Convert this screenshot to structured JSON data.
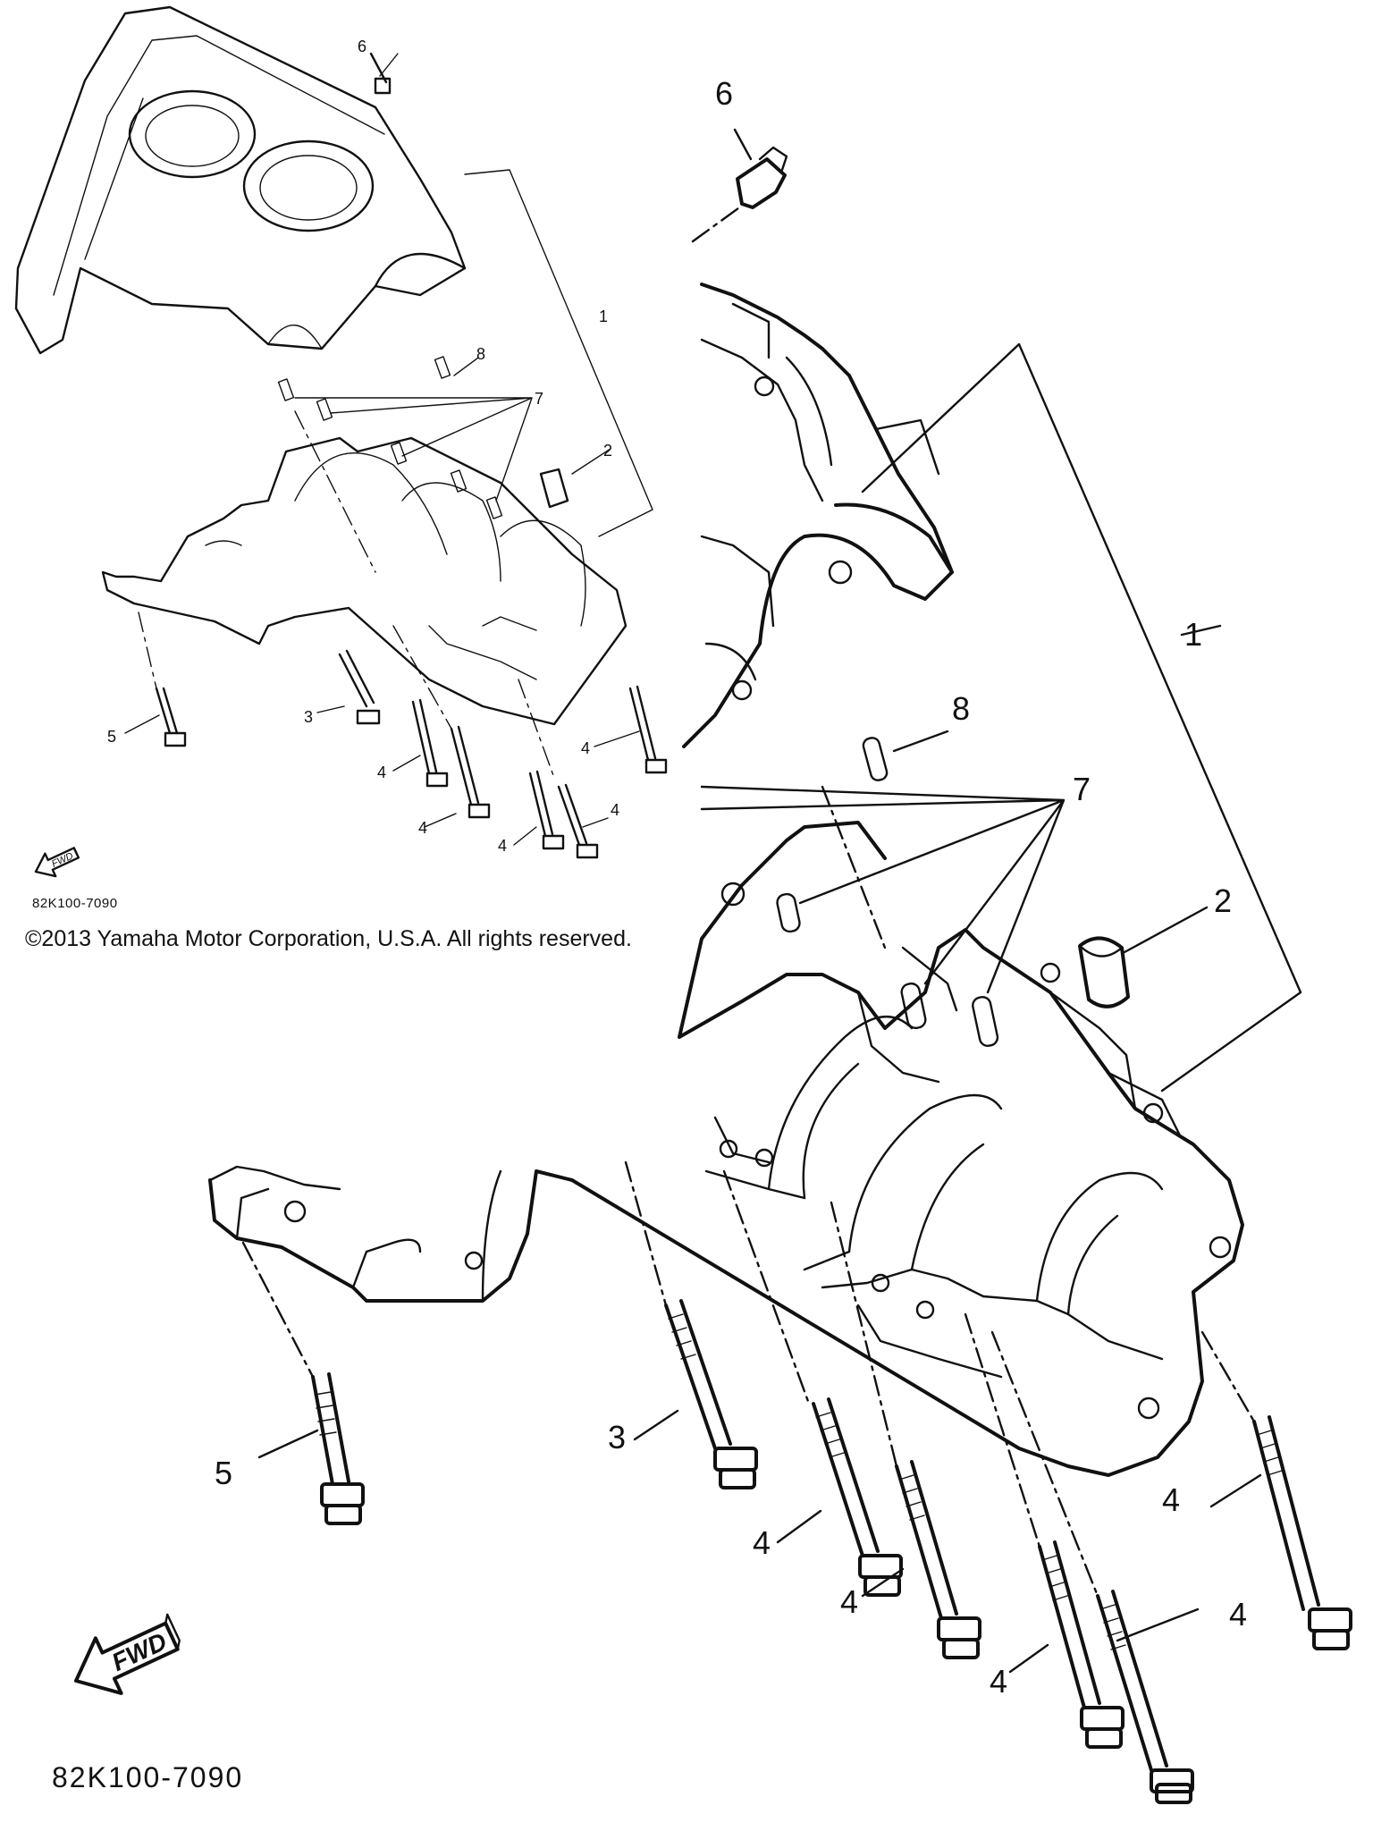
{
  "diagram": {
    "callouts_small": [
      "6",
      "1",
      "8",
      "7",
      "2",
      "3",
      "4",
      "4",
      "4",
      "4",
      "4",
      "5"
    ],
    "callouts_large": [
      "6",
      "1",
      "8",
      "7",
      "2",
      "3",
      "4",
      "4",
      "4",
      "4",
      "4",
      "5"
    ],
    "fwd_label": "FWD",
    "code": "82K100-7090",
    "copyright": "©2013 Yamaha Motor Corporation, U.S.A. All rights reserved."
  },
  "colors": {
    "ink": "#111111",
    "paper": "#ffffff"
  }
}
